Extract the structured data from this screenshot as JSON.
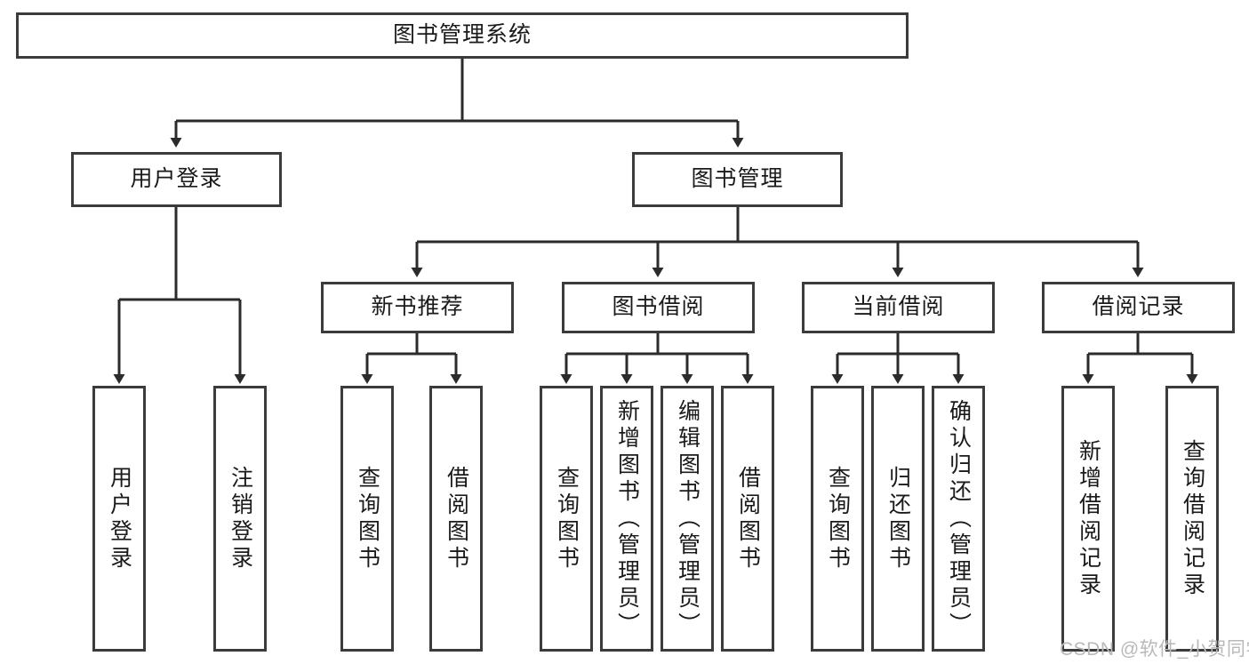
{
  "diagram": {
    "title": "图书管理系统",
    "type": "tree-hierarchy",
    "theme": {
      "background": "#ffffff",
      "box_border": "#3b3b3b",
      "box_fill": "#ffffff",
      "text": "#1a1a1a",
      "connector": "#2b2b2b",
      "watermark": "#b9b9b9"
    },
    "root": {
      "label": "图书管理系统"
    },
    "level2": [
      {
        "label": "用户登录"
      },
      {
        "label": "图书管理"
      }
    ],
    "level3": [
      {
        "label": "新书推荐"
      },
      {
        "label": "图书借阅"
      },
      {
        "label": "当前借阅"
      },
      {
        "label": "借阅记录"
      }
    ],
    "leaves": {
      "user_login": [
        {
          "label": "用户登录"
        },
        {
          "label": "注销登录"
        }
      ],
      "new_book_recommend": [
        {
          "label": "查询图书"
        },
        {
          "label": "借阅图书"
        }
      ],
      "book_borrow": [
        {
          "label": "查询图书"
        },
        {
          "label": "新增图书（管理员）"
        },
        {
          "label": "编辑图书（管理员）"
        },
        {
          "label": "借阅图书"
        }
      ],
      "current_borrow": [
        {
          "label": "查询图书"
        },
        {
          "label": "归还图书"
        },
        {
          "label": "确认归还（管理员）"
        }
      ],
      "borrow_record": [
        {
          "label": "新增借阅记录"
        },
        {
          "label": "查询借阅记录"
        }
      ]
    }
  },
  "watermark": {
    "text": "CSDN @软件_小贺同学"
  }
}
